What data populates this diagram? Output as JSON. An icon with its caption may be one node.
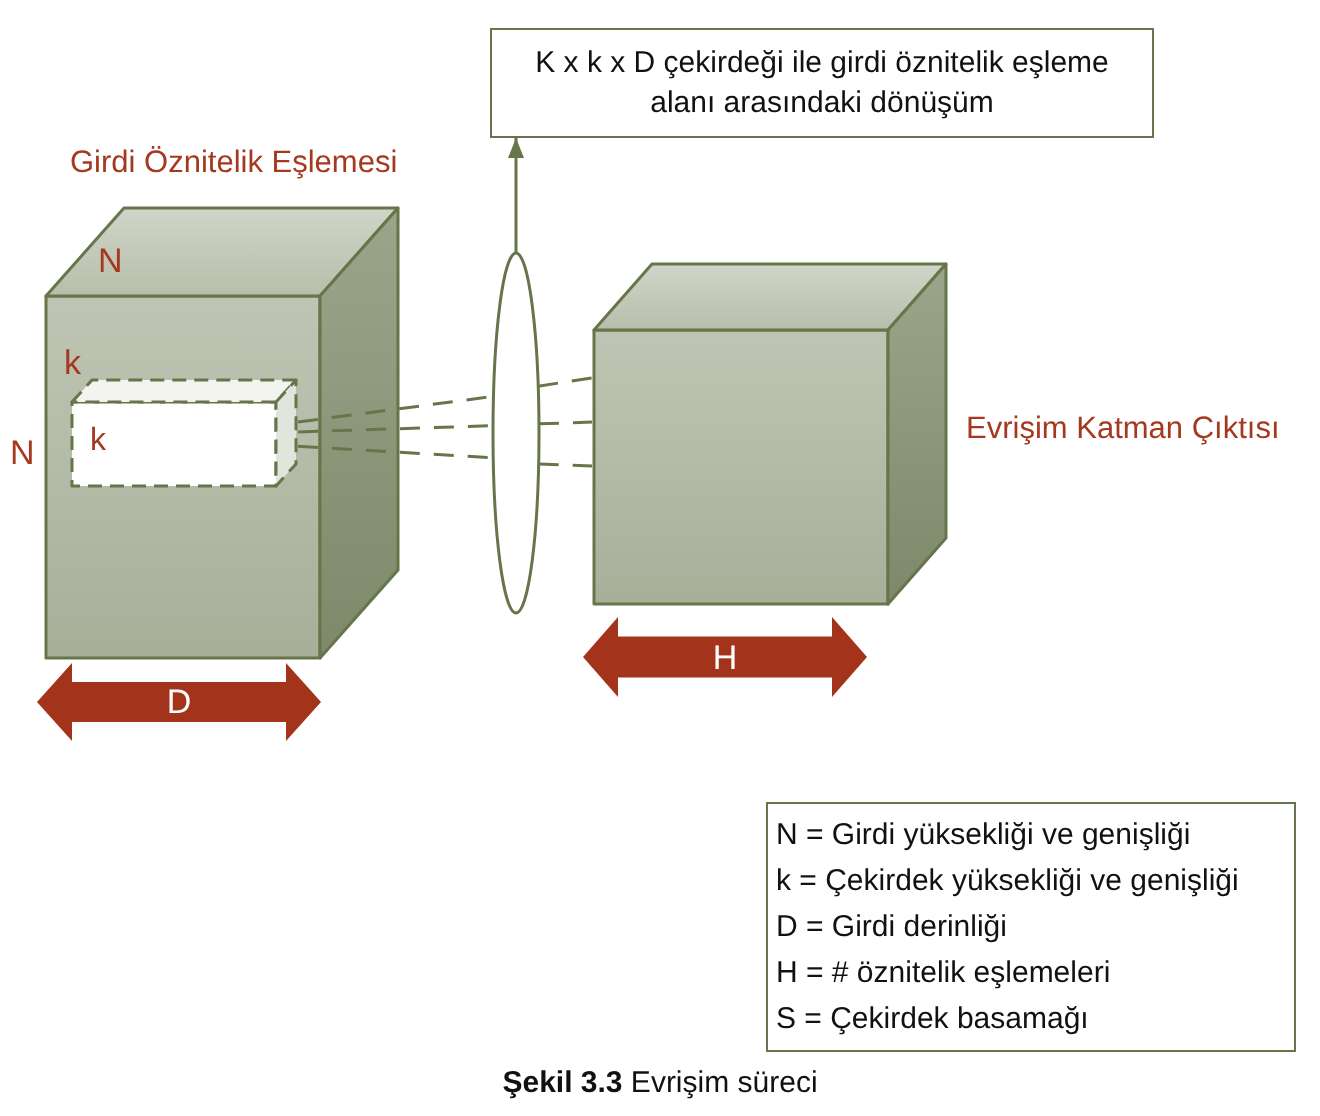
{
  "diagram": {
    "caption": "**Şekil 3.3** Evrişim süreci",
    "nodes": [
      {
        "text": [
          "K x k x D çekirdeği ile girdi öznitelik eşleme alanı arasındaki dönüşüm"
        ]
      },
      {
        "text": [
          "Girdi Öznitelik Eşlemesi"
        ]
      },
      {
        "text": [
          "k"
        ],
        "in": 1
      },
      {
        "text": [],
        "shape": "ellipse"
      },
      {
        "text": [
          "Evrişim Katman Çıktısı"
        ]
      },
      {
        "text": [
          "N = Girdi yüksekliği ve genişliği",
          "k = Çekirdek yüksekliği ve genişliği",
          "D = Girdi derinliği",
          "H = # öznitelik eşlemeleri",
          "S = Çekirdek basamağı"
        ]
      }
    ],
    "edges": [
      {
        "from": 3,
        "to": 0,
        "arrow": "to"
      },
      {
        "from": 2,
        "to": 3,
        "arrow": "none",
        "style": "dashed"
      },
      {
        "from": 2,
        "to": 3,
        "arrow": "none",
        "style": "dashed"
      },
      {
        "from": 2,
        "to": 3,
        "arrow": "none",
        "style": "dashed"
      },
      {
        "from": 3,
        "to": 4,
        "arrow": "none",
        "style": "dashed"
      },
      {
        "from": 3,
        "to": 4,
        "arrow": "none",
        "style": "dashed"
      },
      {
        "from": 3,
        "to": 4,
        "arrow": "none",
        "style": "dashed"
      }
    ],
    "labels": [
      "N",
      "k",
      "N",
      "D",
      "H"
    ]
  }
}
